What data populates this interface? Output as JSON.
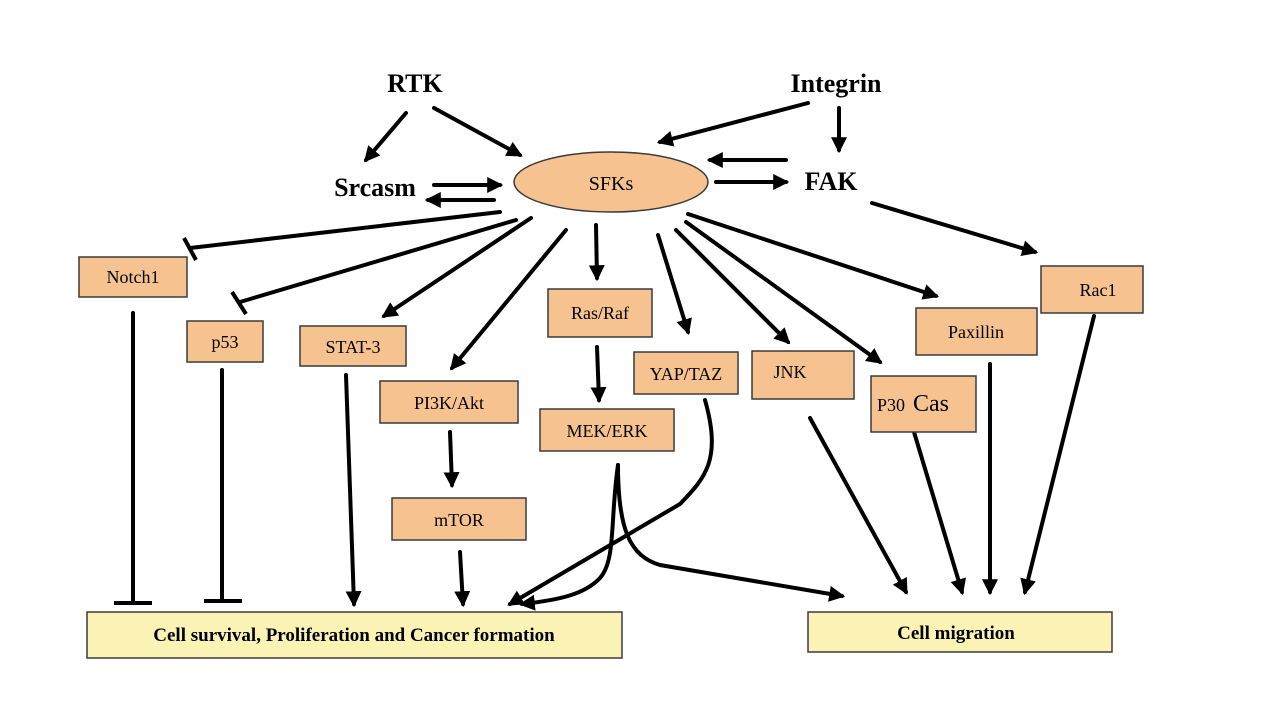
{
  "colors": {
    "node_fill": "#f6c28f",
    "outcome_fill": "#fbf3b6",
    "line": "#000000"
  },
  "nodes": {
    "rtk": "RTK",
    "integrin": "Integrin",
    "srcasm": "Srcasm",
    "sfks": "SFKs",
    "fak": "FAK",
    "notch1": "Notch1",
    "p53": "p53",
    "stat3": "STAT-3",
    "pi3k_akt": "PI3K/Akt",
    "mtor": "mTOR",
    "ras_raf": "Ras/Raf",
    "mek_erk": "MEK/ERK",
    "yap_taz": "YAP/TAZ",
    "jnk": "JNK",
    "p30_cas_prefix": "P30",
    "p30_cas_suffix": "Cas",
    "paxillin": "Paxillin",
    "rac1": "Rac1"
  },
  "outcomes": {
    "survival": "Cell survival, Proliferation and Cancer formation",
    "migration": "Cell migration"
  }
}
